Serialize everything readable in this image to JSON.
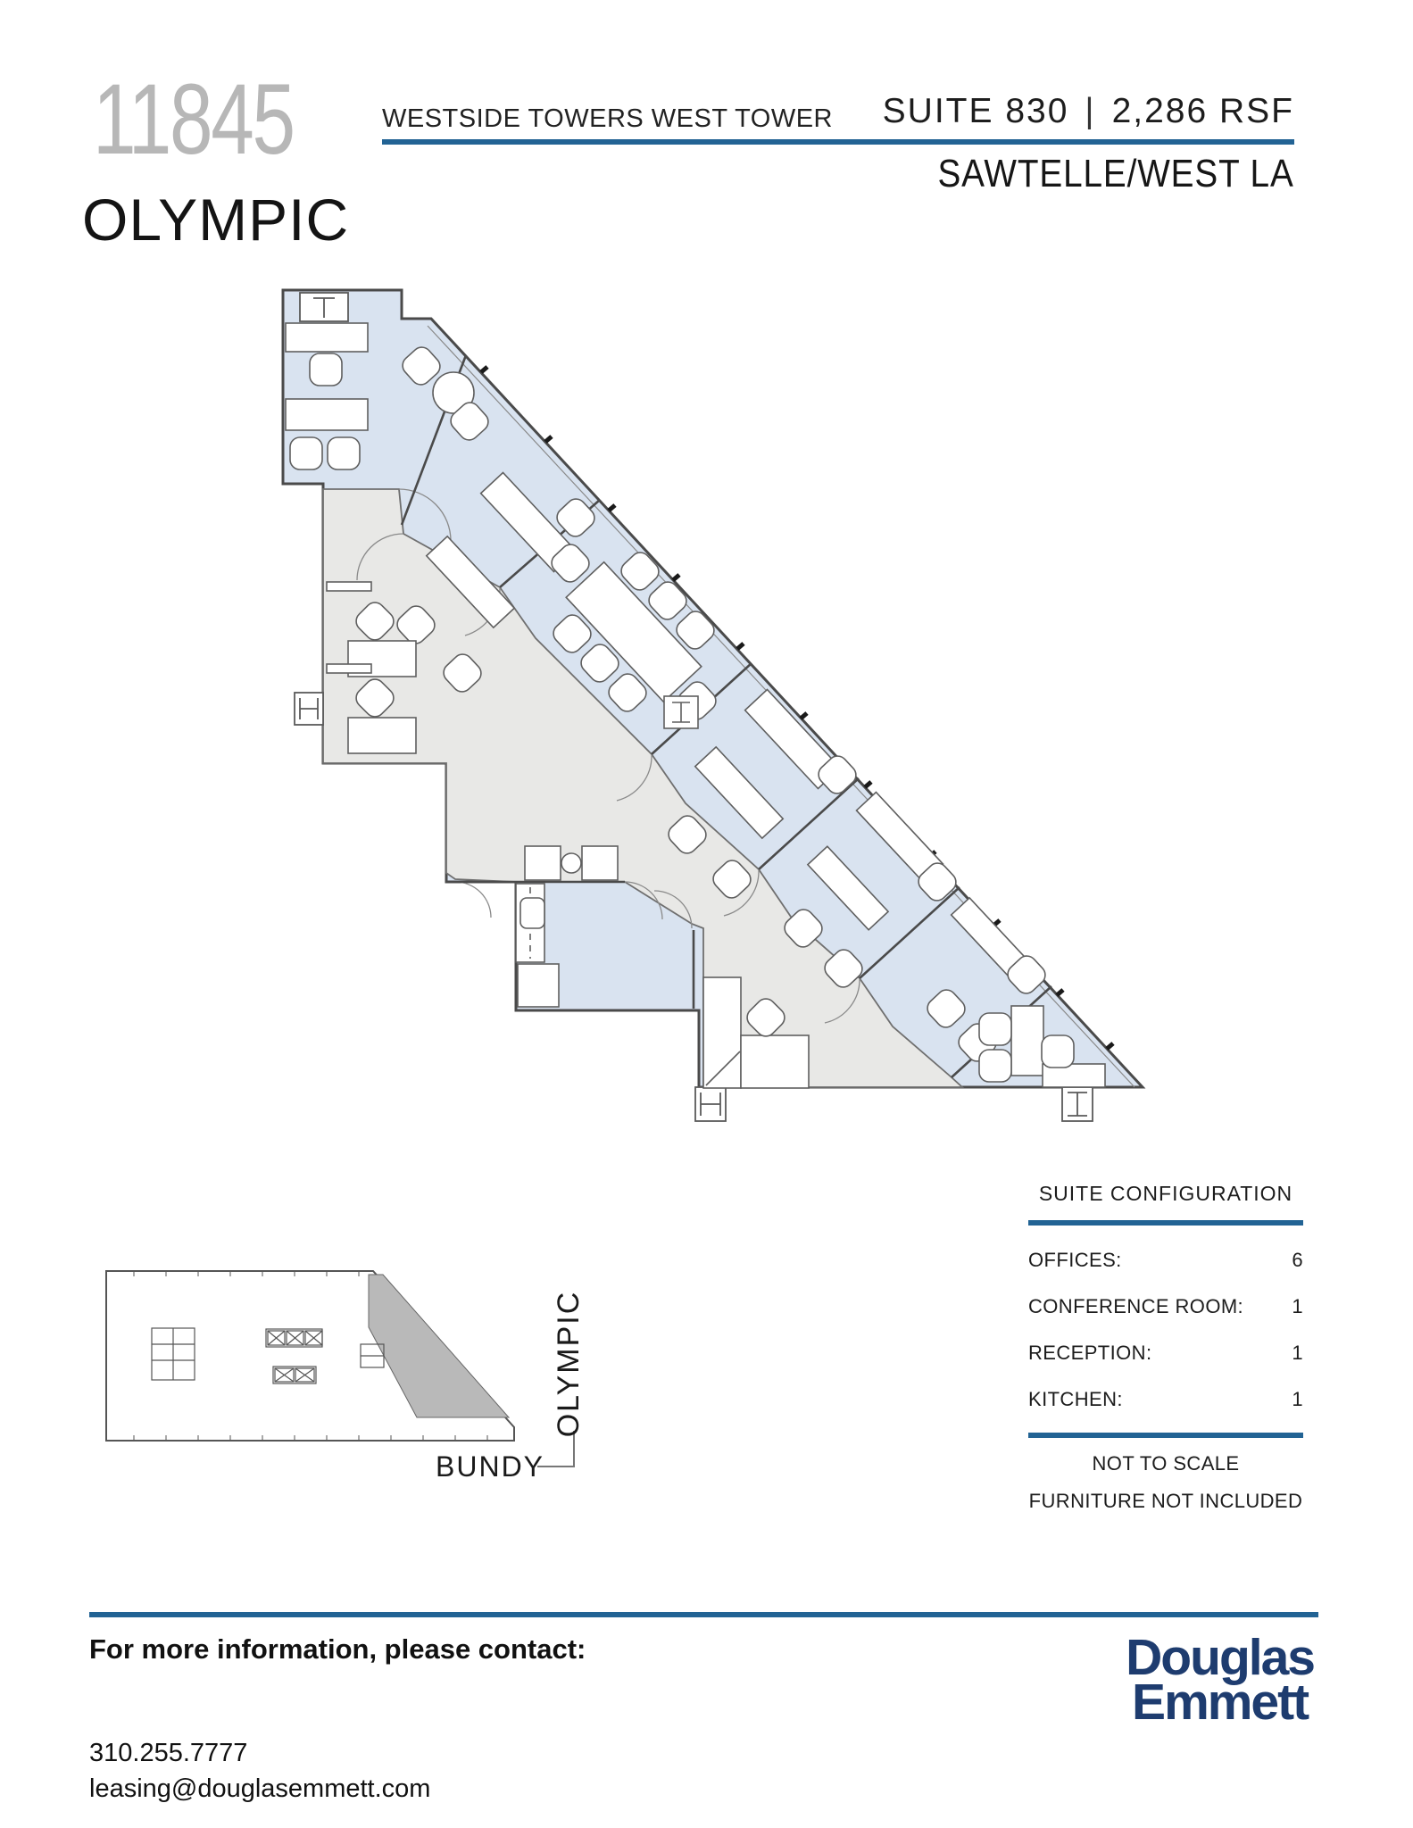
{
  "header": {
    "building_number": "11845",
    "building_name": "OLYMPIC",
    "property_title": "WESTSIDE TOWERS WEST TOWER",
    "suite_label": "SUITE 830",
    "separator": "|",
    "size_label": "2,286 RSF",
    "submarket": "SAWTELLE/WEST LA"
  },
  "suite_configuration": {
    "title": "SUITE CONFIGURATION",
    "rows": [
      {
        "label": "OFFICES:",
        "value": "6"
      },
      {
        "label": "CONFERENCE ROOM:",
        "value": "1"
      },
      {
        "label": "RECEPTION:",
        "value": "1"
      },
      {
        "label": "KITCHEN:",
        "value": "1"
      }
    ],
    "notes": [
      "NOT TO SCALE",
      "FURNITURE NOT INCLUDED"
    ]
  },
  "key_plan": {
    "street_right": "OLYMPIC",
    "street_bottom": "BUNDY"
  },
  "footer": {
    "contact_heading": "For more information, please contact:",
    "phone": "310.255.7777",
    "email": "leasing@douglasemmett.com",
    "logo_line1": "Douglas",
    "logo_line2": "Emmett"
  },
  "colors": {
    "accent_rule_blue": "#226394",
    "logo_navy": "#1e3c6f",
    "room_fill_blue": "#d9e3f0",
    "open_area_gray": "#e8e8e6",
    "building_number_gray": "#b7b7b7",
    "keyplan_suite_gray": "#b9b9b9"
  }
}
